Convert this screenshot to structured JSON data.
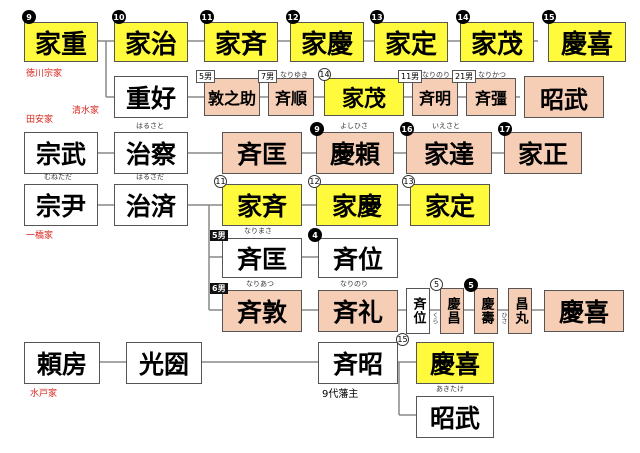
{
  "nodes": {
    "ieshige": "家重",
    "haruharu": "家治",
    "ienari": "家斉",
    "iesada": "家慶",
    "iesada2": "家定",
    "iemochi": "家茂",
    "yoshinobu": "慶喜",
    "shigeyoshi": "重好",
    "narinosuke": "敦之助",
    "narimasa": "斉順",
    "iemochi2": "家茂",
    "nariaki": "斉明",
    "narikatsu": "斉彊",
    "akitake": "昭武",
    "munetake": "宗武",
    "harusada": "治察",
    "narimasa2": "斉匡",
    "yoshihisa": "慶頼",
    "iesato": "家達",
    "iemasa": "家正",
    "munetada": "宗尹",
    "harusada2": "治済",
    "ienari2": "家斉",
    "ieyoshi2": "家慶",
    "iesada3": "家定",
    "narimasa3": "斉匡",
    "narikura": "斉位",
    "nariatsu": "斉敦",
    "narinori": "斉礼",
    "narikura2": "斉位",
    "yoshimasa": "慶昌",
    "yoshihisa2": "慶壽",
    "akimaru": "昌丸",
    "yoshinobu2": "慶喜",
    "yorifusa": "頼房",
    "mitsukuni": "光圀",
    "nariaki2": "斉昭",
    "yoshinobu3": "慶喜",
    "akitake2": "昭武"
  },
  "ruby": {
    "narinosuke": "なりゆき",
    "nariaki": "なりのり",
    "narikatsu": "なりかつ",
    "harusada": "はるさと",
    "yoshihisa": "よしひさ",
    "iesato": "いえさと",
    "munetada": "むねただ",
    "harusada2": "はるさだ",
    "narimasa3": "なりまさ",
    "nariatsu": "なりあつ",
    "narinori": "なりのり",
    "yoshimasa": "くら",
    "yoshihisa2": "ひさ",
    "akitake2": "あきたけ"
  },
  "badges": {
    "b9": "9",
    "b10": "10",
    "b11": "11",
    "b12": "12",
    "b13": "13",
    "b14": "14",
    "b15": "15",
    "b9b": "9",
    "b16": "16",
    "b17": "17",
    "b4": "4",
    "b5": "5"
  },
  "circles": {
    "c14": "14",
    "c11": "11",
    "c12": "12",
    "c13": "13",
    "c5": "5",
    "c15": "15"
  },
  "rank_tags": {
    "r5": "5男",
    "r7": "7男",
    "r11": "11男",
    "r21": "21男",
    "rd5": "5男",
    "rd6": "6男"
  },
  "family_labels": {
    "tokugawa": "徳川宗家",
    "tayasu": "田安家",
    "shimizu": "清水家",
    "hitotsubashi": "一橋家",
    "mito": "水戸家"
  },
  "notes": {
    "nariaki_lord": "9代藩主"
  },
  "colors": {
    "yellow": "#fffb3c",
    "salmon": "#f6cdb5",
    "white": "#ffffff",
    "line": "#888888",
    "family_label": "#d8261e"
  }
}
